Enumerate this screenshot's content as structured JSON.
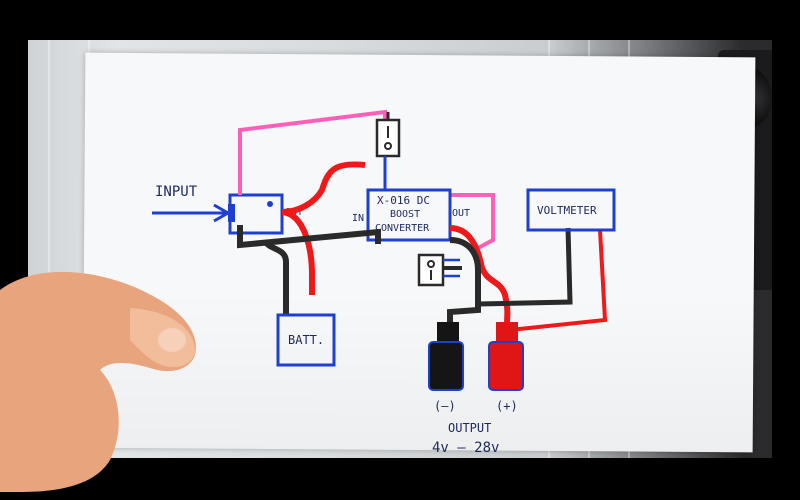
{
  "labels": {
    "input": "INPUT",
    "out_left": "OUT",
    "in_label": "IN",
    "converter_line1": "X-016 DC",
    "converter_line2": "BOOST",
    "converter_line3": "CONVERTER",
    "out_right": "OUT",
    "voltmeter": "VOLTMETER",
    "battery": "BATT.",
    "neg_terminal": "(–)",
    "pos_terminal": "(+)",
    "output_title": "OUTPUT",
    "output_range": "4v  – 28v"
  },
  "colors": {
    "pen_blue": "#1f3fd0",
    "pen_black": "#2a2a2a",
    "pen_red": "#f01818",
    "pen_pink": "#ff5fb8",
    "skin": "#e8a57d"
  },
  "icons": {
    "switch_top": "toggle-switch-icon",
    "switch_right": "toggle-switch-icon",
    "input_arrow": "arrow-right-icon"
  }
}
